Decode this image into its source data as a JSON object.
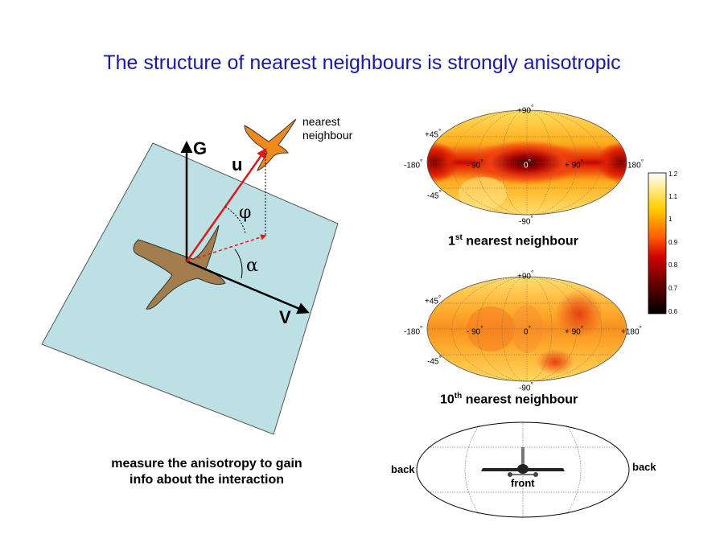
{
  "title": "The structure of nearest neighbours is strongly anisotropic",
  "diagram": {
    "axis_g": "G",
    "axis_u": "u",
    "axis_v": "V",
    "phi": "φ",
    "alpha": "α",
    "nearest_label_1": "nearest",
    "nearest_label_2": "neighbour"
  },
  "map_labels": {
    "lat_p90": "+90",
    "lat_p45": "+45",
    "lat_m45": "-45",
    "lat_m90": "-90",
    "lon_m180": "-180",
    "lon_m90": "- 90",
    "lon_0": "0",
    "lon_p90": "+ 90",
    "lon_180": "180",
    "lon_p180": "+180",
    "degree": "°"
  },
  "captions": {
    "first_num": "1",
    "first_sup": "st",
    "first_text": "nearest neighbour",
    "tenth_num": "10",
    "tenth_sup": "th",
    "tenth_text": "nearest neighbour"
  },
  "colorbar": {
    "ticks": [
      "1.2",
      "1.1",
      "1",
      "0.9",
      "0.8",
      "0.7",
      "0.6"
    ]
  },
  "orientation_map": {
    "back_left": "back",
    "back_right": "back",
    "front": "front"
  },
  "note": {
    "line1": "measure the anisotropy to gain",
    "line2": "info about the interaction"
  },
  "colors": {
    "title": "#1a1aa0",
    "plane": "#bde0e4",
    "bird": "#a27e4e",
    "neighbour": "#f18a1c",
    "arrow": "#e01818"
  }
}
